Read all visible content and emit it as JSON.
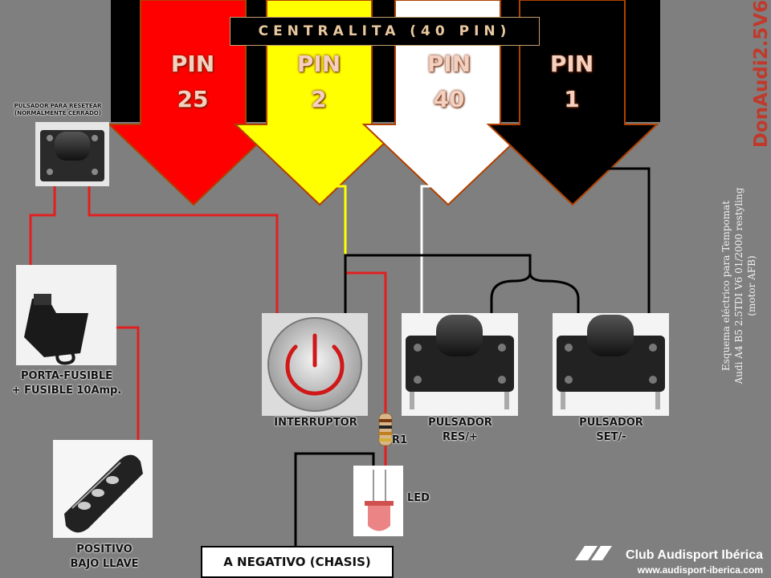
{
  "header": {
    "title": "CENTRALITA (40 PIN)"
  },
  "pins": [
    {
      "word": "PIN",
      "number": "25",
      "color": "#ff0000"
    },
    {
      "word": "PIN",
      "number": "2",
      "color": "#ffff00"
    },
    {
      "word": "PIN",
      "number": "40",
      "color": "#ffffff"
    },
    {
      "word": "PIN",
      "number": "1",
      "color": "#000000"
    }
  ],
  "author": "DonAudi2.5V6",
  "side_caption": {
    "line1": "Esquema eléctrico para Tempomat",
    "line2": "Audi A4 B5 2.5TDI V6 01/2000 restyling",
    "line3": "(motor AFB)"
  },
  "components": {
    "reset_button": {
      "line1": "PULSADOR PARA RESETEAR",
      "line2": "(NORMALMENTE CERRADO)"
    },
    "fuse_holder": {
      "line1": "PORTA-FUSIBLE",
      "line2": "+ FUSIBLE 10Amp."
    },
    "key": {
      "line1": "POSITIVO",
      "line2": "BAJO LLAVE"
    },
    "switch": {
      "label": "INTERRUPTOR"
    },
    "resistor": {
      "label": "R1"
    },
    "led": {
      "label": "LED"
    },
    "button_res": {
      "line1": "PULSADOR",
      "line2": "RES/+"
    },
    "button_set": {
      "line1": "PULSADOR",
      "line2": "SET/-"
    }
  },
  "ground": {
    "label": "A NEGATIVO (CHASIS)"
  },
  "footer": {
    "club": "Club Audisport Ibérica",
    "url": "www.audisport-iberica.com"
  },
  "colors": {
    "wire_red": "#e02020",
    "wire_black": "#000000",
    "wire_yellow": "#ffff00",
    "wire_white": "#ffffff",
    "background": "#7f7f7f"
  }
}
